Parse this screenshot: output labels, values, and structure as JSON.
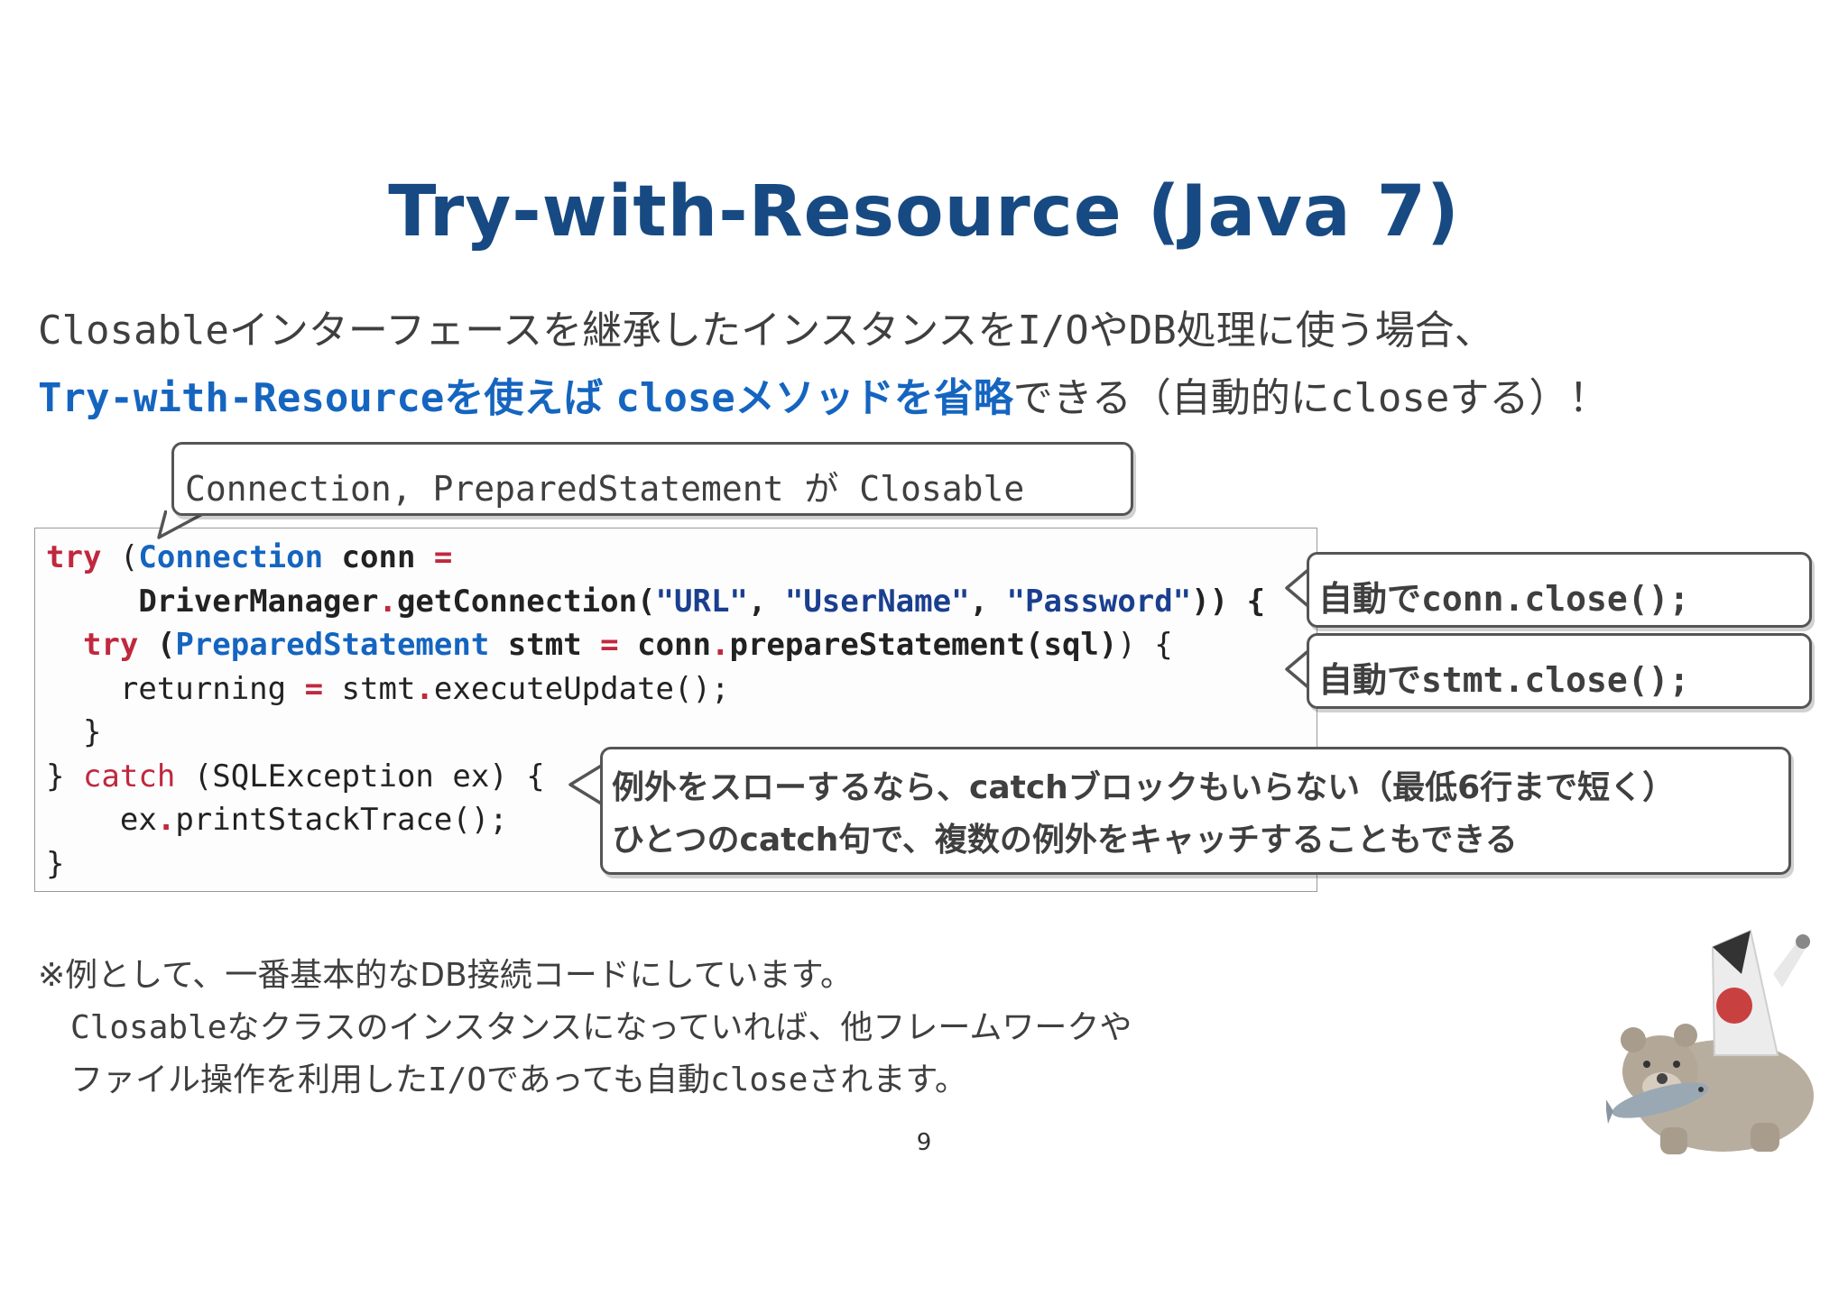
{
  "slide": {
    "title": "Try-with-Resource (Java 7)",
    "intro_line1": "Closableインターフェースを継承したインスタンスをI/OやDB処理に使う場合、",
    "intro_line2_highlight_a": "Try-with-Resourceを使えば",
    "intro_line2_highlight_b": "closeメソッドを省略",
    "intro_line2_rest": "できる（自動的にcloseする）！",
    "page_number": "9"
  },
  "callouts": {
    "closable": "Connection, PreparedStatement が Closable",
    "auto_conn_prefix": "自動で",
    "auto_conn_code": "conn.close();",
    "auto_stmt_prefix": "自動で",
    "auto_stmt_code": "stmt.close();",
    "catch_line1": "例外をスローするなら、catchブロックもいらない（最低6行まで短く）",
    "catch_line2": "ひとつのcatch句で、複数の例外をキャッチすることもできる"
  },
  "code": {
    "l1_try": "try",
    "l1_paren": " (",
    "l1_type": "Connection",
    "l1_var": " conn ",
    "l1_eq": "=",
    "l2_indent": "     ",
    "l2_cls": "DriverManager",
    "l2_dot": ".",
    "l2_call": "getConnection(",
    "l2_s1": "\"URL\"",
    "l2_comma1": ", ",
    "l2_s2": "\"UserName\"",
    "l2_comma2": ", ",
    "l2_s3": "\"Password\"",
    "l2_end": ")) {",
    "l3_indent": "  ",
    "l3_try": "try",
    "l3_paren": " (",
    "l3_type": "PreparedStatement",
    "l3_var": " stmt ",
    "l3_eq": "=",
    "l3_conn": " conn",
    "l3_dot": ".",
    "l3_call": "prepareStatement(sql)",
    "l3_end": ") {",
    "l4_a": "    returning ",
    "l4_eq": "=",
    "l4_b": " stmt",
    "l4_dot": ".",
    "l4_c": "executeUpdate();",
    "l5": "  }",
    "l6_a": "} ",
    "l6_catch": "catch",
    "l6_b": " (SQLException ex) {",
    "l7_a": "    ex",
    "l7_dot": ".",
    "l7_b": "printStackTrace();",
    "l8": "}"
  },
  "notes": {
    "line1": "※例として、一番基本的なDB接続コードにしています。",
    "line2": "Closableなクラスのインスタンスになっていれば、他フレームワークや",
    "line3": "ファイル操作を利用したI/Oであっても自動closeされます。"
  }
}
